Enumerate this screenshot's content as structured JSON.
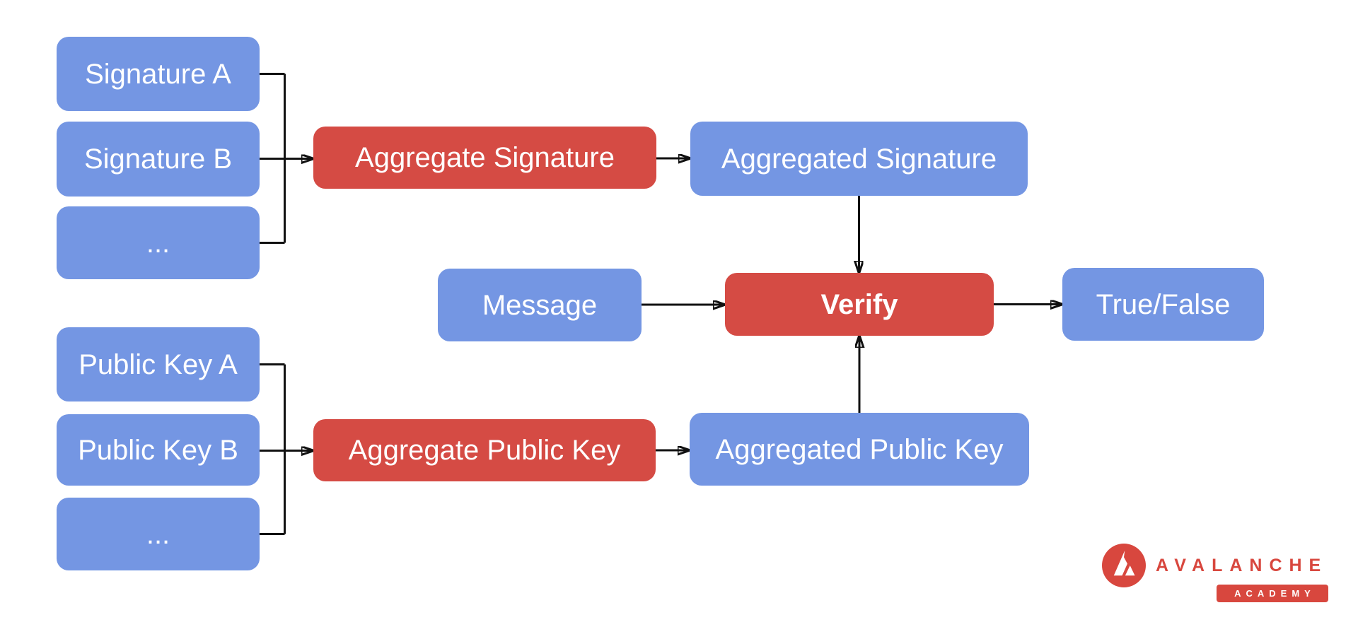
{
  "diagram": {
    "signature_inputs": [
      {
        "label": "Signature A"
      },
      {
        "label": "Signature B"
      },
      {
        "label": "..."
      }
    ],
    "public_key_inputs": [
      {
        "label": "Public Key A"
      },
      {
        "label": "Public Key B"
      },
      {
        "label": "..."
      }
    ],
    "operations": {
      "aggregate_signature": "Aggregate Signature",
      "aggregate_public_key": "Aggregate Public Key",
      "verify": "Verify"
    },
    "outputs": {
      "aggregated_signature": "Aggregated Signature",
      "aggregated_public_key": "Aggregated Public Key",
      "true_false": "True/False"
    },
    "message": "Message",
    "colors": {
      "input_node_blue": "#7496E3",
      "operation_node_red": "#D54B44",
      "node_text": "#FFFFFF",
      "connector": "#111111",
      "background": "#FFFFFF"
    }
  },
  "logo": {
    "brand": "AVALANCHE",
    "badge": "ACADEMY",
    "color": "#D8473E"
  }
}
